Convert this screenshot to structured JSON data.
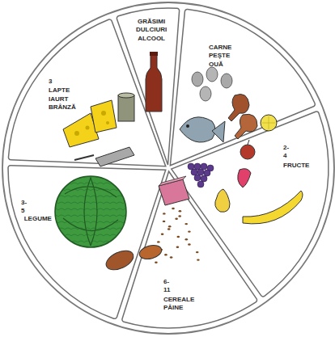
{
  "diagram": {
    "nodes": [
      {
        "text": [
          "GRĂSIMI DULCIURI ALCOOL"
        ]
      },
      {
        "text": [
          "CARNE PEŞTE OUĂ"
        ]
      },
      {
        "text": [
          "2-4",
          "FRUCTE"
        ]
      },
      {
        "text": [
          "6-11",
          "CEREALE PÂINE"
        ]
      },
      {
        "text": [
          "3-5",
          "LEGUME"
        ]
      },
      {
        "text": [
          "3",
          "LAPTE IAURT BRÂNZĂ"
        ]
      }
    ]
  }
}
